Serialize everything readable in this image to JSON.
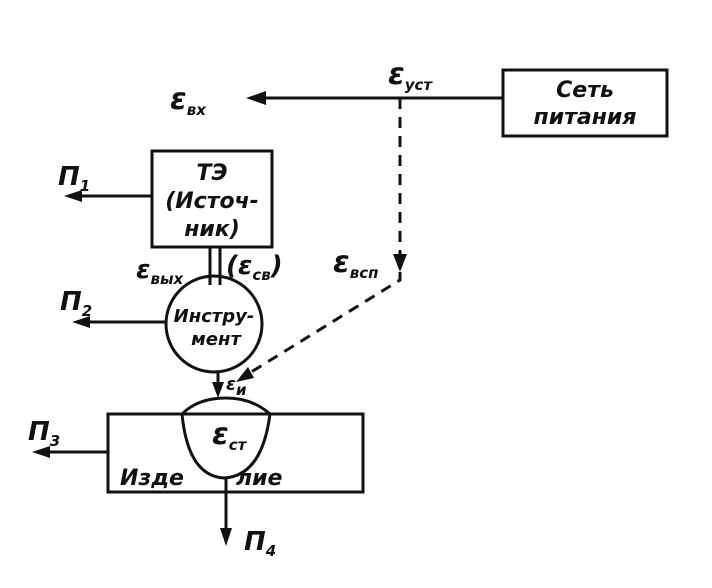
{
  "nodes": {
    "network": {
      "line1": "Сеть",
      "line2": "питания"
    },
    "source": {
      "line1": "ТЭ",
      "line2": "(Источ-",
      "line3": "ник)"
    },
    "tool": {
      "line1": "Инстру-",
      "line2": "мент"
    },
    "product": {
      "left": "Изде",
      "right": "лие"
    }
  },
  "labels": {
    "e_inst": {
      "base": "ε",
      "sub": "уст"
    },
    "e_in": {
      "base": "ε",
      "sub": "вх"
    },
    "e_out": {
      "base": "ε",
      "sub": "вых"
    },
    "e_sv": {
      "text": "(ε",
      "sub": "св",
      "close": ")"
    },
    "e_vsp": {
      "base": "ε",
      "sub": "всп"
    },
    "e_u": {
      "base": "ε",
      "sub": "и"
    },
    "e_st": {
      "base": "ε",
      "sub": "ст"
    },
    "p1": {
      "base": "П",
      "sub": "1"
    },
    "p2": {
      "base": "П",
      "sub": "2"
    },
    "p3": {
      "base": "П",
      "sub": "3"
    },
    "p4": {
      "base": "П",
      "sub": "4"
    }
  }
}
